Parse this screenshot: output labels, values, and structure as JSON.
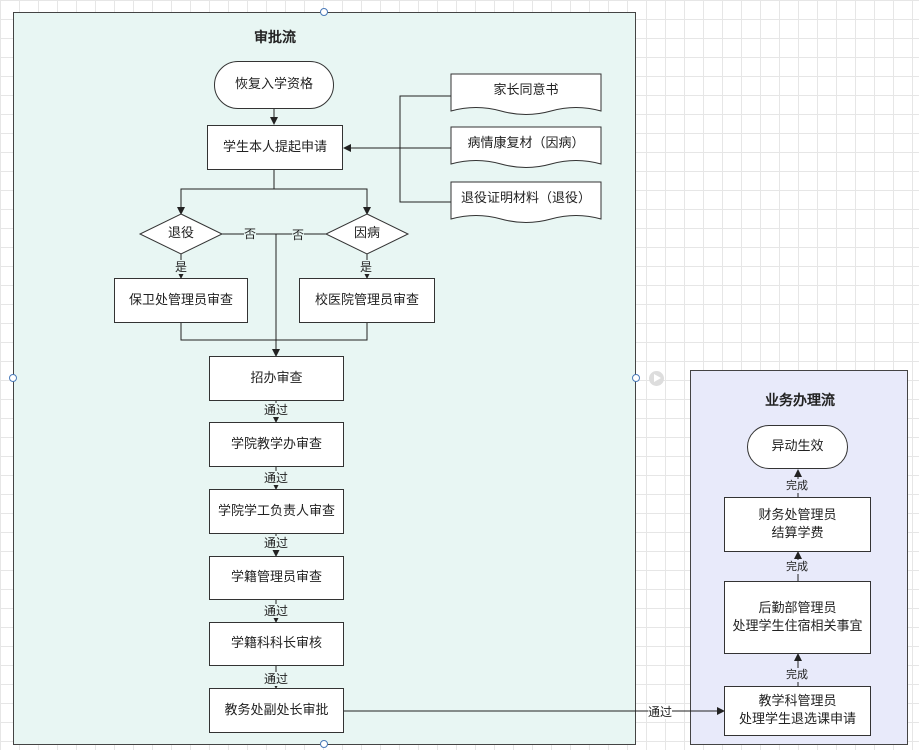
{
  "lanes": {
    "approval": {
      "title": "审批流"
    },
    "business": {
      "title": "业务办理流"
    }
  },
  "nodes": {
    "start": "恢复入学资格",
    "apply": "学生本人提起申请",
    "doc_parent": "家长同意书",
    "doc_illness": "病情康复材（因病）",
    "doc_military": "退役证明材料（退役）",
    "dec_military": "退役",
    "dec_illness": "因病",
    "security_review": "保卫处管理员审查",
    "hospital_review": "校医院管理员审查",
    "admissions_review": "招办审查",
    "college_teaching_review": "学院教学办审查",
    "college_student_review": "学院学工负责人审查",
    "registry_review": "学籍管理员审查",
    "registry_head_review": "学籍科科长审核",
    "vice_director_approval": "教务处副处长审批",
    "teaching_staff_line1": "教学科管理员",
    "teaching_staff_line2": "处理学生退选课申请",
    "logistics_line1": "后勤部管理员",
    "logistics_line2": "处理学生住宿相关事宜",
    "finance_line1": "财务处管理员",
    "finance_line2": "结算学费",
    "end": "异动生效"
  },
  "edge_labels": {
    "no": "否",
    "yes": "是",
    "pass": "通过",
    "done": "完成"
  },
  "colors": {
    "approval_lane_bg": "#e8f6f3",
    "business_lane_bg": "#e8eafa",
    "handle": "#4a7ab8"
  }
}
